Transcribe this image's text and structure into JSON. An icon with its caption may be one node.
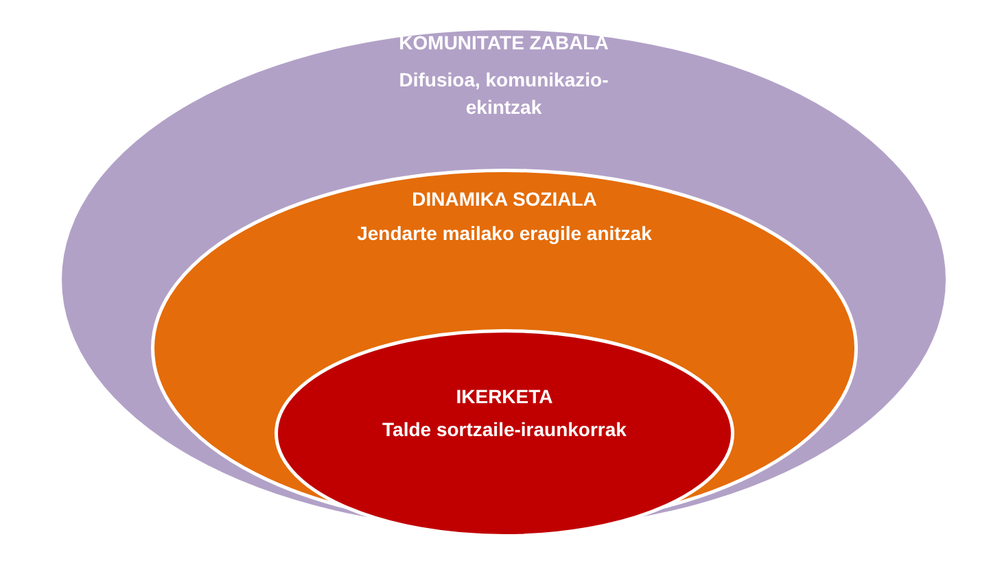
{
  "diagram": {
    "nodes": [
      {
        "text": [
          "KOMUNITATE ZABALA",
          "Difusioa, komunikazio-ekintzak"
        ]
      },
      {
        "text": [
          "DINAMIKA SOZIALA",
          "Jendarte mailako eragile anitzak"
        ],
        "in": 0
      },
      {
        "text": [
          "IKERKETA",
          "Talde sortzaile-iraunkorrak"
        ],
        "in": 1
      }
    ]
  }
}
